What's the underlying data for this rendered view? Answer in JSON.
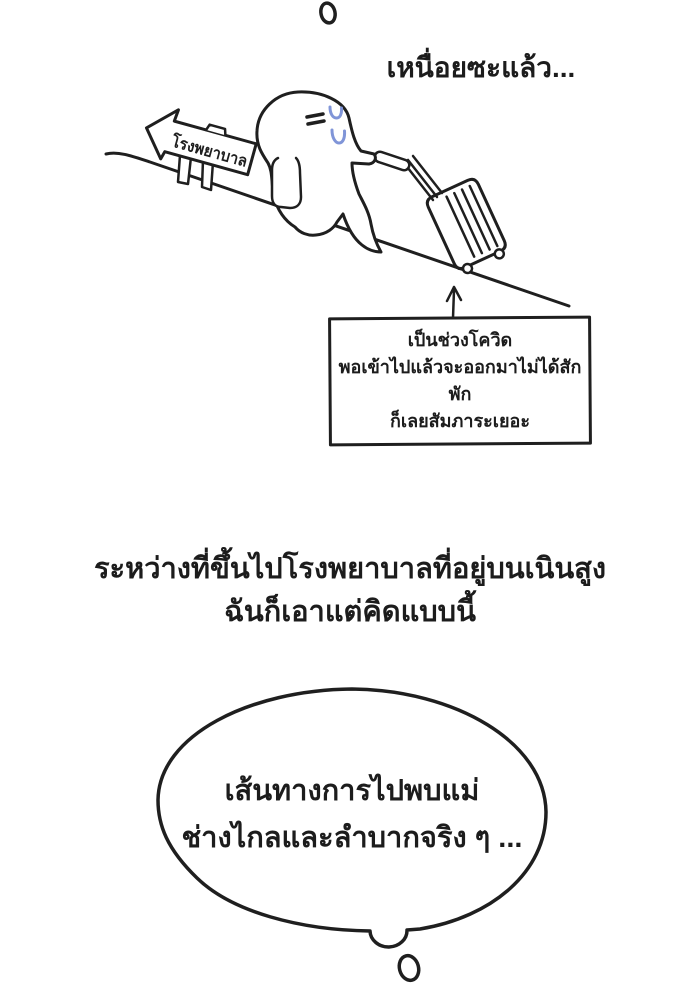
{
  "panel": {
    "caption_top": "เหนื่อยซะแล้ว...",
    "sign": {
      "label": "โรงพยาบาล"
    },
    "covid_note": {
      "line1": "เป็นช่วงโควิด",
      "line2": "พอเข้าไปแล้วจะออกมาไม่ได้สักพัก",
      "line3": "ก็เลยสัมภาระเยอะ"
    },
    "narration": {
      "line1": "ระหว่างที่ขึ้นไปโรงพยาบาลที่อยู่บนเนินสูง",
      "line2": "ฉันก็เอาแต่คิดแบบนี้"
    },
    "thought": {
      "line1": "เส้นทางการไปพบแม่",
      "line2": "ช่างไกลและลำบากจริง ๆ ..."
    }
  },
  "colors": {
    "ink": "#1f1f1f",
    "sweat_blue": "#8095d8",
    "background": "#ffffff"
  }
}
